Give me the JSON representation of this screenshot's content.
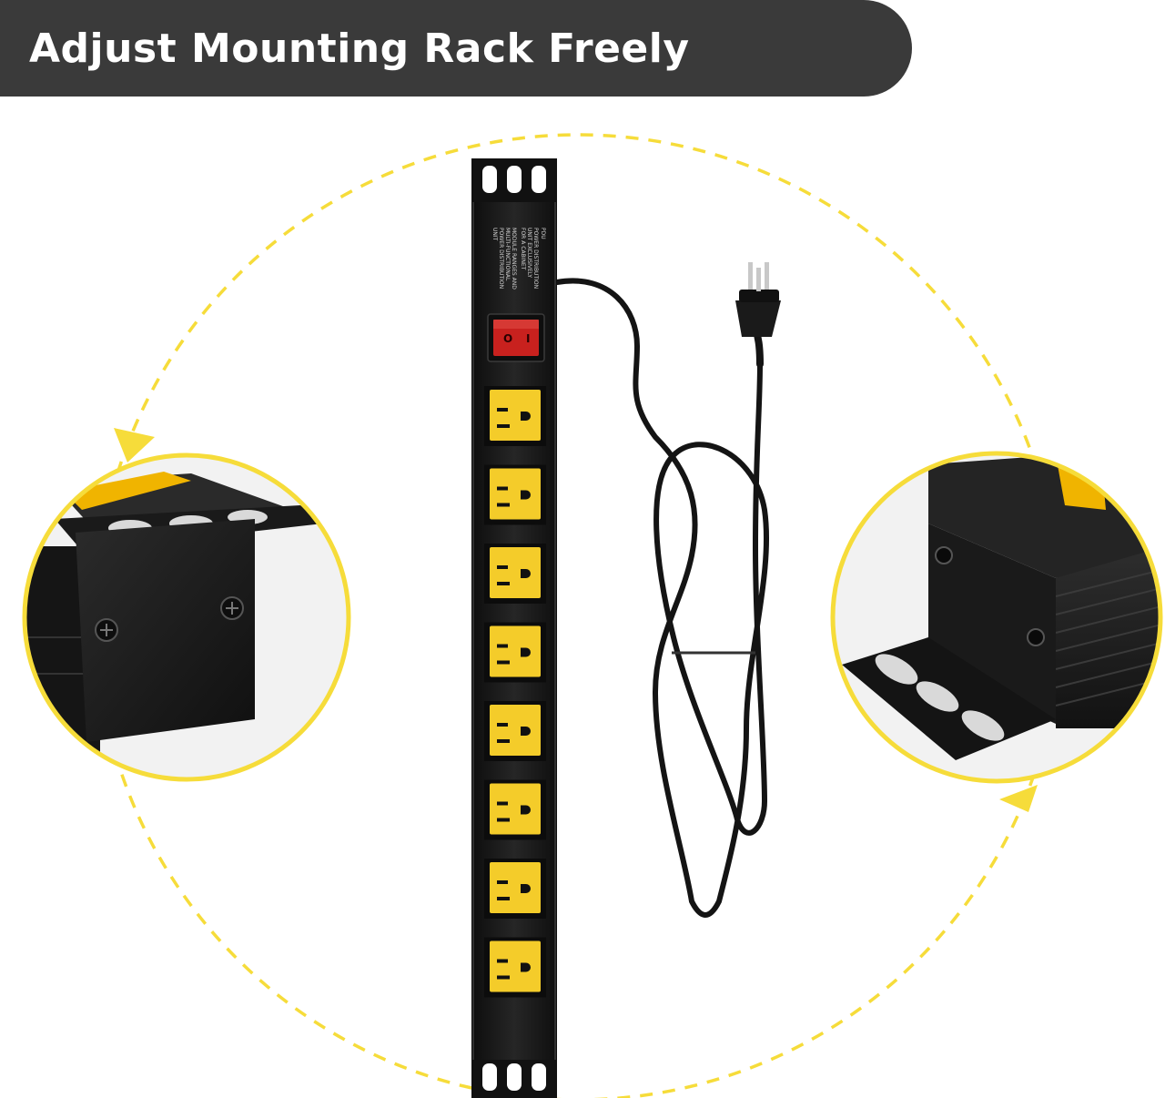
{
  "banner": {
    "title": "Adjust Mounting Rack Freely"
  },
  "pdu": {
    "label_lines": [
      "PDU",
      "POWER DISTRIBUTION",
      "UNIT EXCLUSIVELY",
      "FOR A CABINET",
      "MODULE RANGES AND",
      "MULTI-FUNCTIONAL",
      "POWER DISTRIBUTION",
      "UNIT"
    ],
    "switch_off_glyph": "O",
    "switch_on_glyph": "I",
    "outlet_count": 8
  },
  "icons": {
    "left_arrow": "arrow-down-left-icon",
    "right_arrow": "arrow-up-right-icon"
  },
  "colors": {
    "banner": "#3a3a3a",
    "accent_yellow": "#f6dc3a",
    "outlet_yellow": "#f4cc2a",
    "pdu_body": "#1b1b1b",
    "switch_red": "#c8211e"
  }
}
